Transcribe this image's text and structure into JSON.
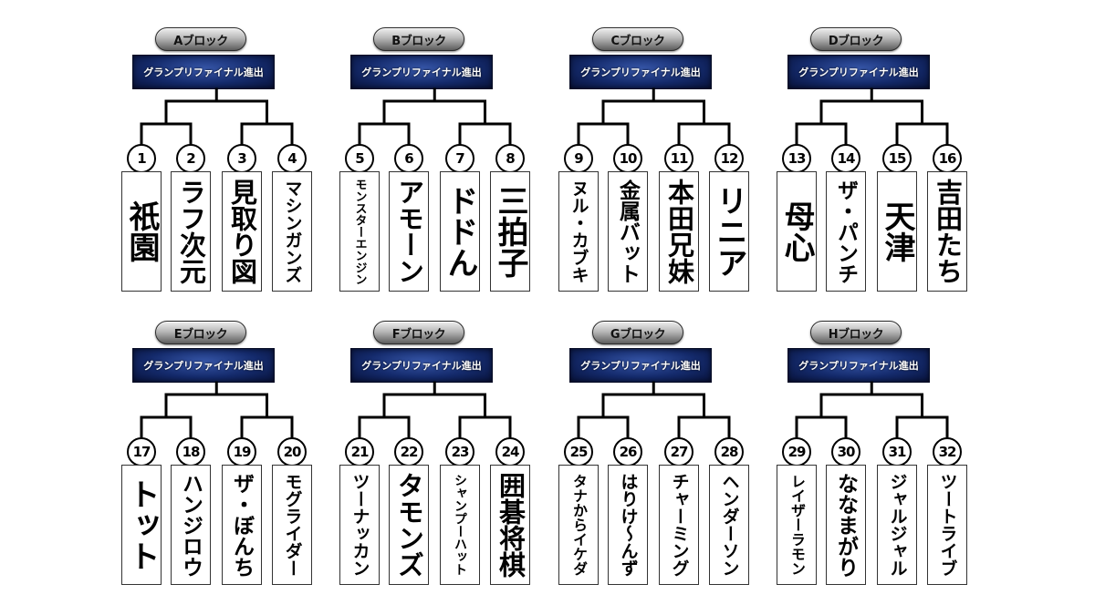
{
  "final_label": "グランプリファイナル進出",
  "blocks": [
    {
      "label": "Aブロック",
      "entrants": [
        {
          "seed": "1",
          "name": "祇園"
        },
        {
          "seed": "2",
          "name": "ラフ次元"
        },
        {
          "seed": "3",
          "name": "見取り図"
        },
        {
          "seed": "4",
          "name": "マシンガンズ"
        }
      ]
    },
    {
      "label": "Bブロック",
      "entrants": [
        {
          "seed": "5",
          "name": "モンスターエンジン"
        },
        {
          "seed": "6",
          "name": "アモーン"
        },
        {
          "seed": "7",
          "name": "ドドん"
        },
        {
          "seed": "8",
          "name": "三拍子"
        }
      ]
    },
    {
      "label": "Cブロック",
      "entrants": [
        {
          "seed": "9",
          "name": "ヌル・カブキ"
        },
        {
          "seed": "10",
          "name": "金属バット"
        },
        {
          "seed": "11",
          "name": "本田兄妹"
        },
        {
          "seed": "12",
          "name": "リニア"
        }
      ]
    },
    {
      "label": "Dブロック",
      "entrants": [
        {
          "seed": "13",
          "name": "母心"
        },
        {
          "seed": "14",
          "name": "ザ・パンチ"
        },
        {
          "seed": "15",
          "name": "天津"
        },
        {
          "seed": "16",
          "name": "吉田たち"
        }
      ]
    },
    {
      "label": "Eブロック",
      "entrants": [
        {
          "seed": "17",
          "name": "トット"
        },
        {
          "seed": "18",
          "name": "ハンジロウ"
        },
        {
          "seed": "19",
          "name": "ザ・ぼんち"
        },
        {
          "seed": "20",
          "name": "モグライダー"
        }
      ]
    },
    {
      "label": "Fブロック",
      "entrants": [
        {
          "seed": "21",
          "name": "ツーナッカン"
        },
        {
          "seed": "22",
          "name": "タモンズ"
        },
        {
          "seed": "23",
          "name": "シャンプーハット"
        },
        {
          "seed": "24",
          "name": "囲碁将棋"
        }
      ]
    },
    {
      "label": "Gブロック",
      "entrants": [
        {
          "seed": "25",
          "name": "タナからイケダ"
        },
        {
          "seed": "26",
          "name": "はりけ〜んず"
        },
        {
          "seed": "27",
          "name": "チャーミング"
        },
        {
          "seed": "28",
          "name": "ヘンダーソン"
        }
      ]
    },
    {
      "label": "Hブロック",
      "entrants": [
        {
          "seed": "29",
          "name": "レイザーラモン"
        },
        {
          "seed": "30",
          "name": "ななまがり"
        },
        {
          "seed": "31",
          "name": "ジャルジャル"
        },
        {
          "seed": "32",
          "name": "ツートライブ"
        }
      ]
    }
  ]
}
